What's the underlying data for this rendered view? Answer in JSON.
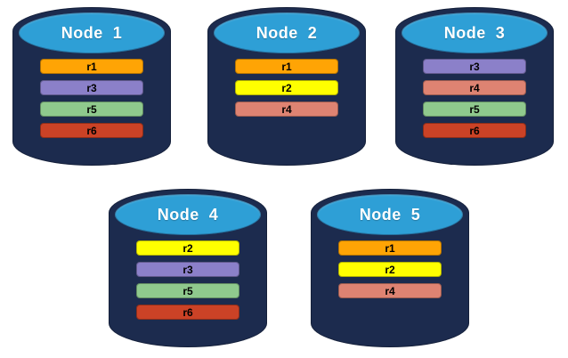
{
  "colors": {
    "background": "#FFFFFF",
    "cylinder_body": "#1C2B4E",
    "cylinder_top": "#2E9FD6",
    "title_text": "#FFFFFF",
    "bar_text": "#000000",
    "replicas": {
      "r1": "#FFA405",
      "r2": "#FFFF00",
      "r3": "#8B80C9",
      "r4": "#DE8372",
      "r5": "#8FC98D",
      "r6": "#CB4226"
    }
  },
  "nodes": [
    {
      "title": "Node  1",
      "replicas": [
        "r1",
        "r3",
        "r5",
        "r6"
      ]
    },
    {
      "title": "Node  2",
      "replicas": [
        "r1",
        "r2",
        "r4"
      ]
    },
    {
      "title": "Node  3",
      "replicas": [
        "r3",
        "r4",
        "r5",
        "r6"
      ]
    },
    {
      "title": "Node  4",
      "replicas": [
        "r2",
        "r3",
        "r5",
        "r6"
      ]
    },
    {
      "title": "Node  5",
      "replicas": [
        "r1",
        "r2",
        "r4"
      ]
    }
  ]
}
